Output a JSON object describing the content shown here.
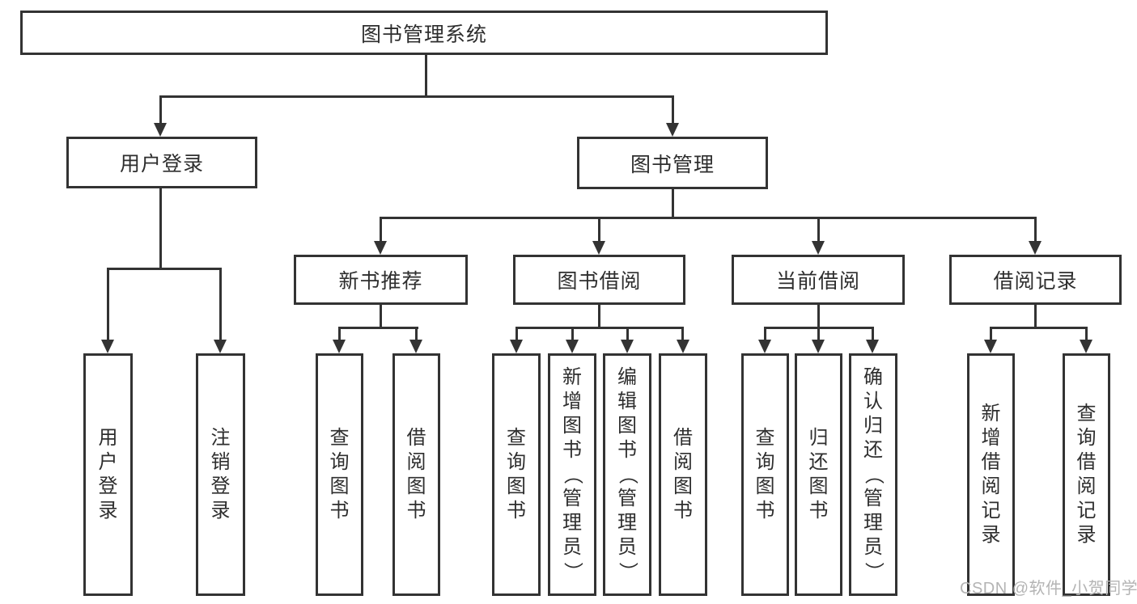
{
  "diagram": {
    "root": {
      "label": "图书管理系统",
      "children": [
        {
          "label": "用户登录",
          "children": [
            {
              "label": "用户登录"
            },
            {
              "label": "注销登录"
            }
          ]
        },
        {
          "label": "图书管理",
          "children": [
            {
              "label": "新书推荐",
              "children": [
                {
                  "label": "查询图书"
                },
                {
                  "label": "借阅图书"
                }
              ]
            },
            {
              "label": "图书借阅",
              "children": [
                {
                  "label": "查询图书"
                },
                {
                  "label": "新增图书（管理员）"
                },
                {
                  "label": "编辑图书（管理员）"
                },
                {
                  "label": "借阅图书"
                }
              ]
            },
            {
              "label": "当前借阅",
              "children": [
                {
                  "label": "查询图书"
                },
                {
                  "label": "归还图书"
                },
                {
                  "label": "确认归还（管理员）"
                }
              ]
            },
            {
              "label": "借阅记录",
              "children": [
                {
                  "label": "新增借阅记录"
                },
                {
                  "label": "查询借阅记录"
                }
              ]
            }
          ]
        }
      ]
    }
  },
  "watermark": {
    "text": "CSDN @软件_小贺同学"
  },
  "colors": {
    "line": "#333333",
    "text": "#2e2e2e",
    "background": "#ffffff",
    "watermark": "#b4b4b4"
  }
}
